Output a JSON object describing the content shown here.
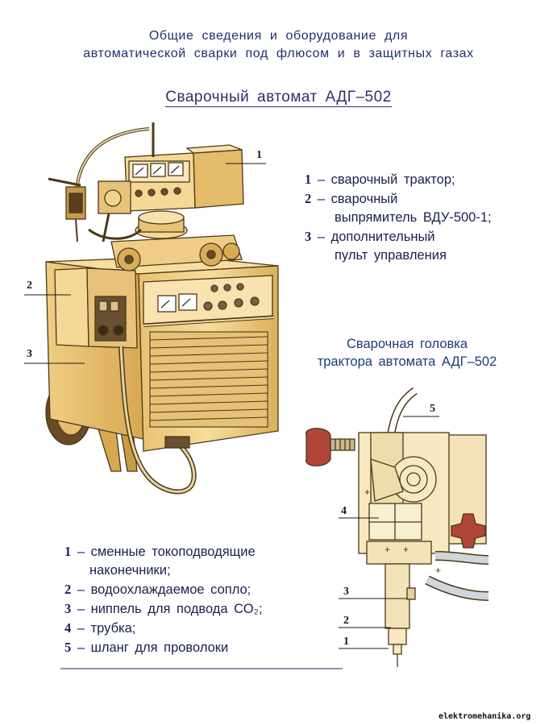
{
  "header": {
    "line1": "Общие сведения и оборудование для",
    "line2": "автоматической сварки под флюсом и в защитных газах"
  },
  "subtitle": "Сварочный автомат АДГ–502",
  "machine_legend": [
    {
      "num": "1",
      "text": "– сварочный трактор;"
    },
    {
      "num": "2",
      "text": "– сварочный"
    },
    {
      "num": "",
      "text": "выпрямитель ВДУ-500-1;"
    },
    {
      "num": "3",
      "text": "– дополнительный"
    },
    {
      "num": "",
      "text": "пульт управления"
    }
  ],
  "head_title": {
    "line1": "Сварочная головка",
    "line2": "трактора автомата АДГ–502"
  },
  "head_legend": [
    {
      "num": "1",
      "text": "– сменные токоподводящие"
    },
    {
      "num": "",
      "text": "наконечники;"
    },
    {
      "num": "2",
      "text": "– водоохлаждаемое сопло;"
    },
    {
      "num": "3",
      "text": "– ниппель для подвода СО₂;"
    },
    {
      "num": "4",
      "text": "– трубка;"
    },
    {
      "num": "5",
      "text": "– шланг для проволоки"
    }
  ],
  "machine_callouts": [
    "1",
    "2",
    "3"
  ],
  "head_callouts": [
    "5",
    "4",
    "3",
    "2",
    "1"
  ],
  "footer": "elektromehanika.org",
  "colors": {
    "body": "#f3d48e",
    "body_shade": "#d9ae55",
    "outline": "#4a3818",
    "panel_dark": "#5a4a30",
    "knob_red": "#b0453a",
    "text_blue": "#1a2a5a"
  }
}
